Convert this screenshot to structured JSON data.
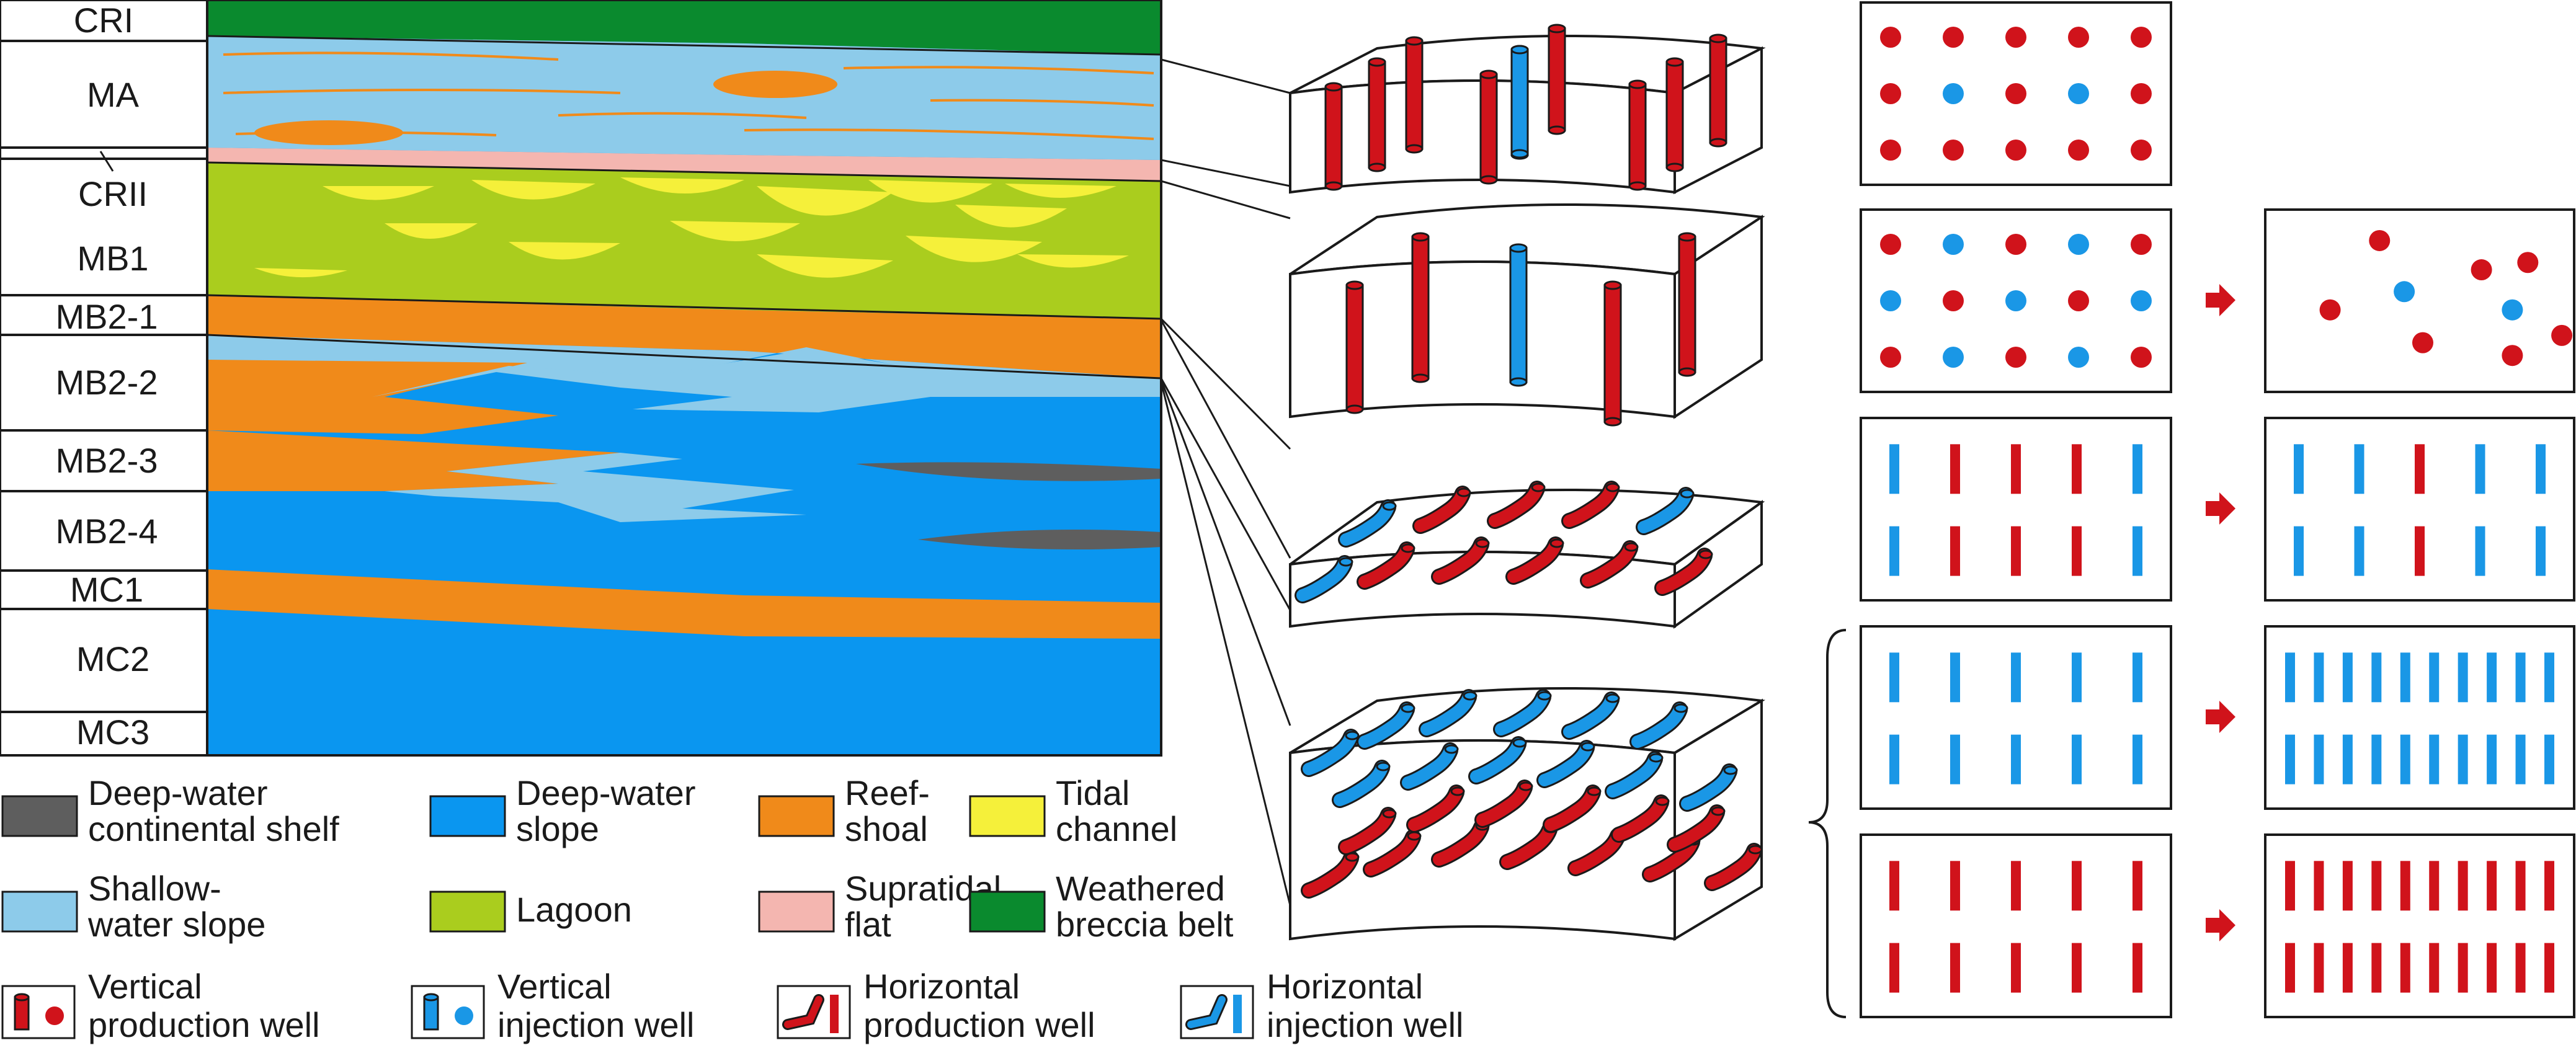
{
  "colors": {
    "deep_shelf": "#5e5e5e",
    "deep_slope": "#0a96f0",
    "reef": "#f08a1a",
    "tidal": "#f5f03a",
    "shallow": "#8dcbea",
    "lagoon": "#aacd1e",
    "supratidal": "#f4b6b0",
    "breccia": "#0a8a2e",
    "producer": "#d0131b",
    "injector": "#1a97e6",
    "line": "#1a1a1a"
  },
  "strata": {
    "cri": "CRI",
    "ma": "MA",
    "crii": "CRII",
    "mb1": "MB1",
    "mb2_1": "MB2-1",
    "mb2_2": "MB2-2",
    "mb2_3": "MB2-3",
    "mb2_4": "MB2-4",
    "mc1": "MC1",
    "mc2": "MC2",
    "mc3": "MC3"
  },
  "facies_legend": [
    {
      "line1": "Deep-water",
      "line2": "continental shelf",
      "color_key": "deep_shelf",
      "icon": "deep-water-shelf-swatch"
    },
    {
      "line1": "Deep-water",
      "line2": "slope",
      "color_key": "deep_slope",
      "icon": "deep-water-slope-swatch"
    },
    {
      "line1": "Reef-",
      "line2": "shoal",
      "color_key": "reef",
      "icon": "reef-shoal-swatch"
    },
    {
      "line1": "Tidal",
      "line2": "channel",
      "color_key": "tidal",
      "icon": "tidal-channel-swatch"
    },
    {
      "line1": "Shallow-",
      "line2": "water slope",
      "color_key": "shallow",
      "icon": "shallow-slope-swatch"
    },
    {
      "line1": "Lagoon",
      "line2": "",
      "color_key": "lagoon",
      "icon": "lagoon-swatch"
    },
    {
      "line1": "Supratidal",
      "line2": "flat",
      "color_key": "supratidal",
      "icon": "supratidal-flat-swatch"
    },
    {
      "line1": "Weathered",
      "line2": "breccia belt",
      "color_key": "breccia",
      "icon": "weathered-breccia-swatch"
    }
  ],
  "well_legend": [
    {
      "line1": "Vertical",
      "line2": "production well",
      "icon": "vertical-production-well-icon"
    },
    {
      "line1": "Vertical",
      "line2": "injection well",
      "icon": "vertical-injection-well-icon"
    },
    {
      "line1": "Horizontal",
      "line2": "production well",
      "icon": "horizontal-production-well-icon"
    },
    {
      "line1": "Horizontal",
      "line2": "injection well",
      "icon": "horizontal-injection-well-icon"
    }
  ],
  "patterns": {
    "box1": {
      "grid": [
        [
          "P",
          "P",
          "P",
          "P",
          "P"
        ],
        [
          "P",
          "I",
          "P",
          "I",
          "P"
        ],
        [
          "P",
          "P",
          "P",
          "P",
          "P"
        ]
      ]
    },
    "box2_before": {
      "grid": [
        [
          "P",
          "I",
          "P",
          "I",
          "P"
        ],
        [
          "I",
          "P",
          "I",
          "P",
          "I"
        ],
        [
          "P",
          "I",
          "P",
          "I",
          "P"
        ]
      ]
    },
    "box2_after": {
      "points": [
        [
          "P",
          0.37,
          0.17
        ],
        [
          "P",
          0.21,
          0.55
        ],
        [
          "I",
          0.45,
          0.45
        ],
        [
          "P",
          0.7,
          0.33
        ],
        [
          "P",
          0.51,
          0.73
        ],
        [
          "P",
          0.85,
          0.29
        ],
        [
          "I",
          0.8,
          0.55
        ],
        [
          "P",
          0.8,
          0.8
        ],
        [
          "P",
          0.96,
          0.69
        ]
      ]
    },
    "box3_before": {
      "rows": 2,
      "cols": [
        "I",
        "P",
        "P",
        "P",
        "I"
      ]
    },
    "box3_after": {
      "rows": 2,
      "cols": [
        "I",
        "I",
        "P",
        "I",
        "I"
      ]
    },
    "box4_before": {
      "rows": 2,
      "cols": [
        "I",
        "I",
        "I",
        "I",
        "I"
      ]
    },
    "box4_after": {
      "rows": 2,
      "cols": [
        "I",
        "I",
        "I",
        "I",
        "I",
        "I",
        "I",
        "I",
        "I",
        "I"
      ]
    },
    "box5_before": {
      "rows": 2,
      "cols": [
        "P",
        "P",
        "P",
        "P",
        "P"
      ]
    },
    "box5_after": {
      "rows": 2,
      "cols": [
        "P",
        "P",
        "P",
        "P",
        "P",
        "P",
        "P",
        "P",
        "P",
        "P"
      ]
    }
  }
}
